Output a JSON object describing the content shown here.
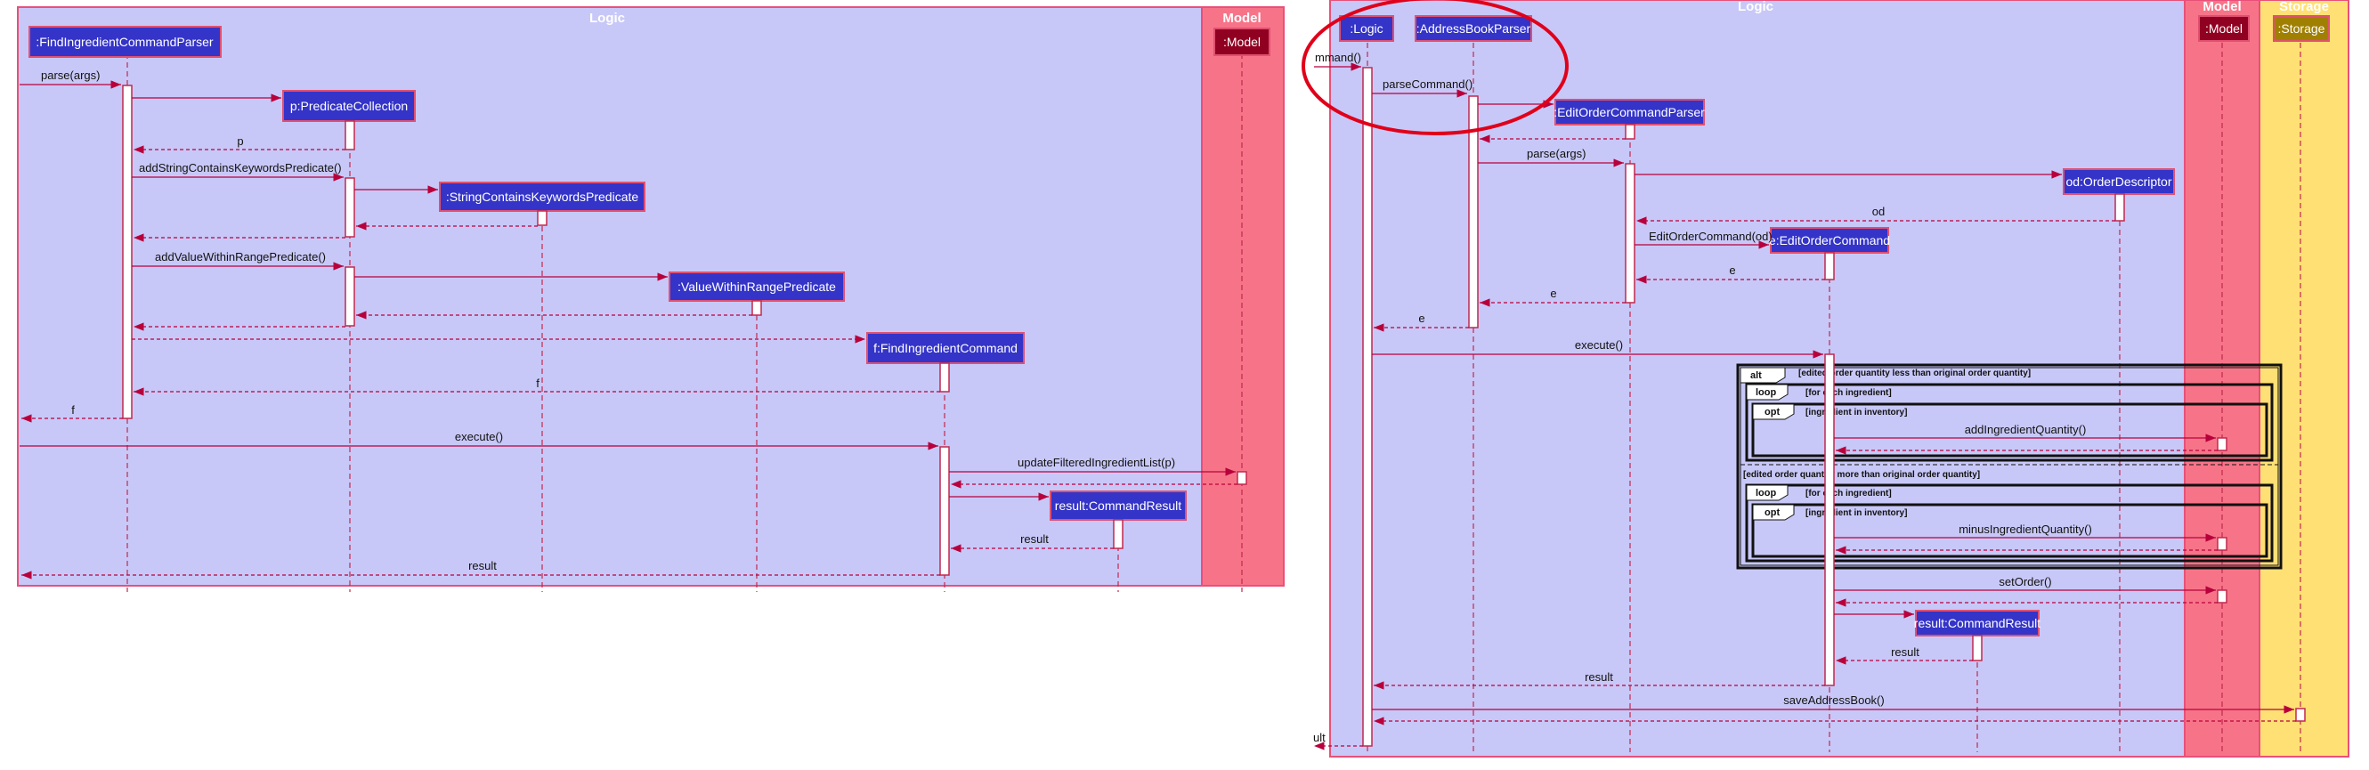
{
  "left": {
    "logic_title": "Logic",
    "model_title": "Model",
    "participants": [
      ":FindIngredientCommandParser",
      ":Model"
    ],
    "created": [
      {
        "label": "p:PredicateCollection"
      },
      {
        "label": ":StringContainsKeywordsPredicate"
      },
      {
        "label": ":ValueWithinRangePredicate"
      },
      {
        "label": "f:FindIngredientCommand"
      },
      {
        "label": "result:CommandResult"
      }
    ],
    "messages": [
      "parse(args)",
      "p",
      "addStringContainsKeywordsPredicate()",
      "addValueWithinRangePredicate()",
      "f",
      "f",
      "execute()",
      "updateFilteredIngredientList(p)",
      "result",
      "result"
    ]
  },
  "right": {
    "logic_title": "Logic",
    "model_title": "Model",
    "storage_title": "Storage",
    "participants": [
      ":Logic",
      ":AddressBookParser",
      ":Model",
      ":Storage"
    ],
    "created": [
      {
        "label": ":EditOrderCommandParser"
      },
      {
        "label": "od:OrderDescriptor"
      },
      {
        "label": "e:EditOrderCommand"
      },
      {
        "label": "result:CommandResult"
      }
    ],
    "messages": [
      "mmand()",
      "parseCommand()",
      "parse(args)",
      "od",
      "EditOrderCommand(od)",
      "e",
      "e",
      "e",
      "execute()",
      "addIngredientQuantity()",
      "minusIngredientQuantity()",
      "setOrder()",
      "result",
      "result",
      "saveAddressBook()",
      "ult"
    ],
    "fragments": {
      "alt": "alt",
      "alt_guard_1": "[edited order quantity less than original order quantity]",
      "alt_guard_2": "[edited order quantity more than original order quantity]",
      "loop": "loop",
      "loop_guard": "[for each ingredient]",
      "opt": "opt",
      "opt_guard": "[ingredient in inventory]"
    }
  }
}
